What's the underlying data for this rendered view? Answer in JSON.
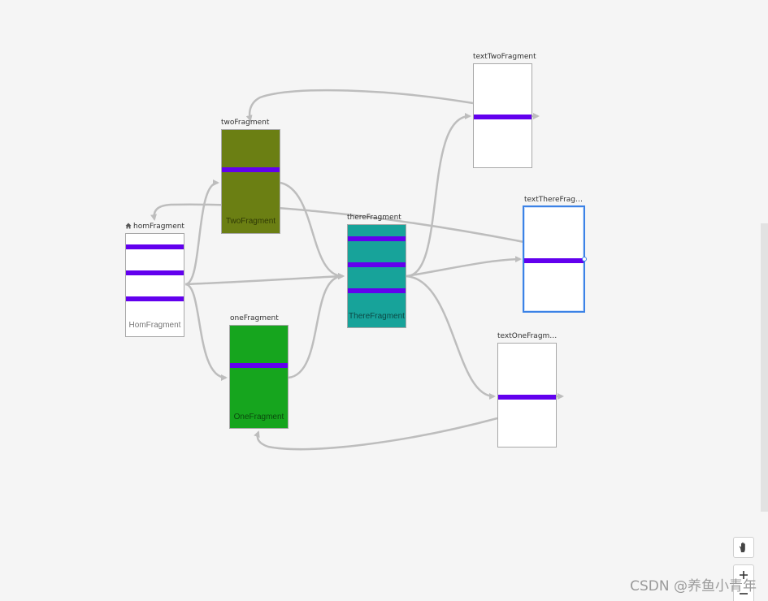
{
  "colors": {
    "canvas": "#f5f5f5",
    "edge": "#bdbdbd",
    "action_bar": "#6200ee",
    "two_fragment_bg": "#6b7f13",
    "one_fragment_bg": "#16a51e",
    "there_fragment_bg": "#17a39a",
    "selected_border": "#3b82e6"
  },
  "nodes": {
    "hom": {
      "title": "homFragment",
      "label": "HomFragment",
      "start_destination": true,
      "start_icon": "home-icon"
    },
    "two": {
      "title": "twoFragment",
      "label": "TwoFragment"
    },
    "one": {
      "title": "oneFragment",
      "label": "OneFragment"
    },
    "there": {
      "title": "thereFragment",
      "label": "ThereFragment"
    },
    "textTwo": {
      "title": "textTwoFragment",
      "label": ""
    },
    "textThere": {
      "title": "textThereFrag…",
      "label": "",
      "selected": true
    },
    "textOne": {
      "title": "textOneFragm…",
      "label": ""
    }
  },
  "toolbar": {
    "pan_icon": "hand-icon",
    "zoom_in_icon": "plus-icon",
    "zoom_out_icon": "minus-icon"
  },
  "watermark": "CSDN @养鱼小青年"
}
